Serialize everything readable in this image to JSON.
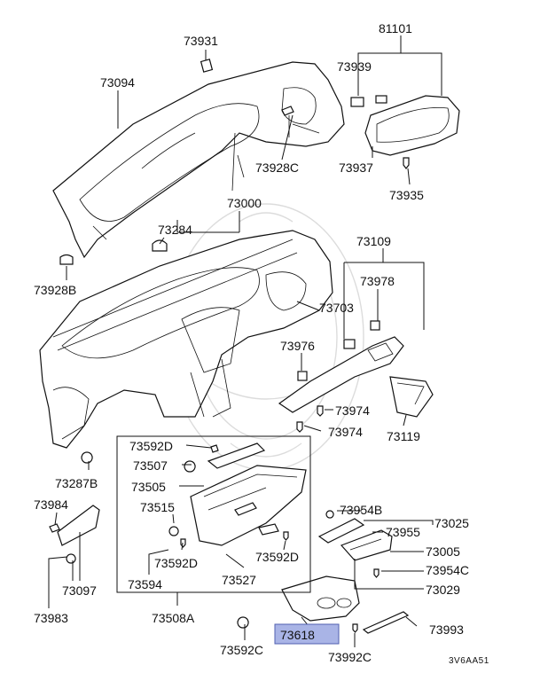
{
  "diagram_code": "3V6AA51",
  "highlighted_part": "73618",
  "part_numbers": {
    "p73931": "73931",
    "p81101": "81101",
    "p73094": "73094",
    "p73939": "73939",
    "p73928C": "73928C",
    "p73937": "73937",
    "p73935": "73935",
    "p73000": "73000",
    "p73284": "73284",
    "p73109": "73109",
    "p73928B": "73928B",
    "p73978": "73978",
    "p73703": "73703",
    "p73976": "73976",
    "p73974a": "73974",
    "p73974b": "73974",
    "p73119": "73119",
    "p73592Da": "73592D",
    "p73507": "73507",
    "p73505": "73505",
    "p73287B": "73287B",
    "p73984": "73984",
    "p73515": "73515",
    "p73954B": "73954B",
    "p73025": "73025",
    "p73955": "73955",
    "p73592Db": "73592D",
    "p73592Dc": "73592D",
    "p73005": "73005",
    "p73954C": "73954C",
    "p73097": "73097",
    "p73594": "73594",
    "p73527": "73527",
    "p73029": "73029",
    "p73983": "73983",
    "p73508A": "73508A",
    "p73618": "73618",
    "p73993": "73993",
    "p73592C": "73592C",
    "p73992C": "73992C"
  }
}
